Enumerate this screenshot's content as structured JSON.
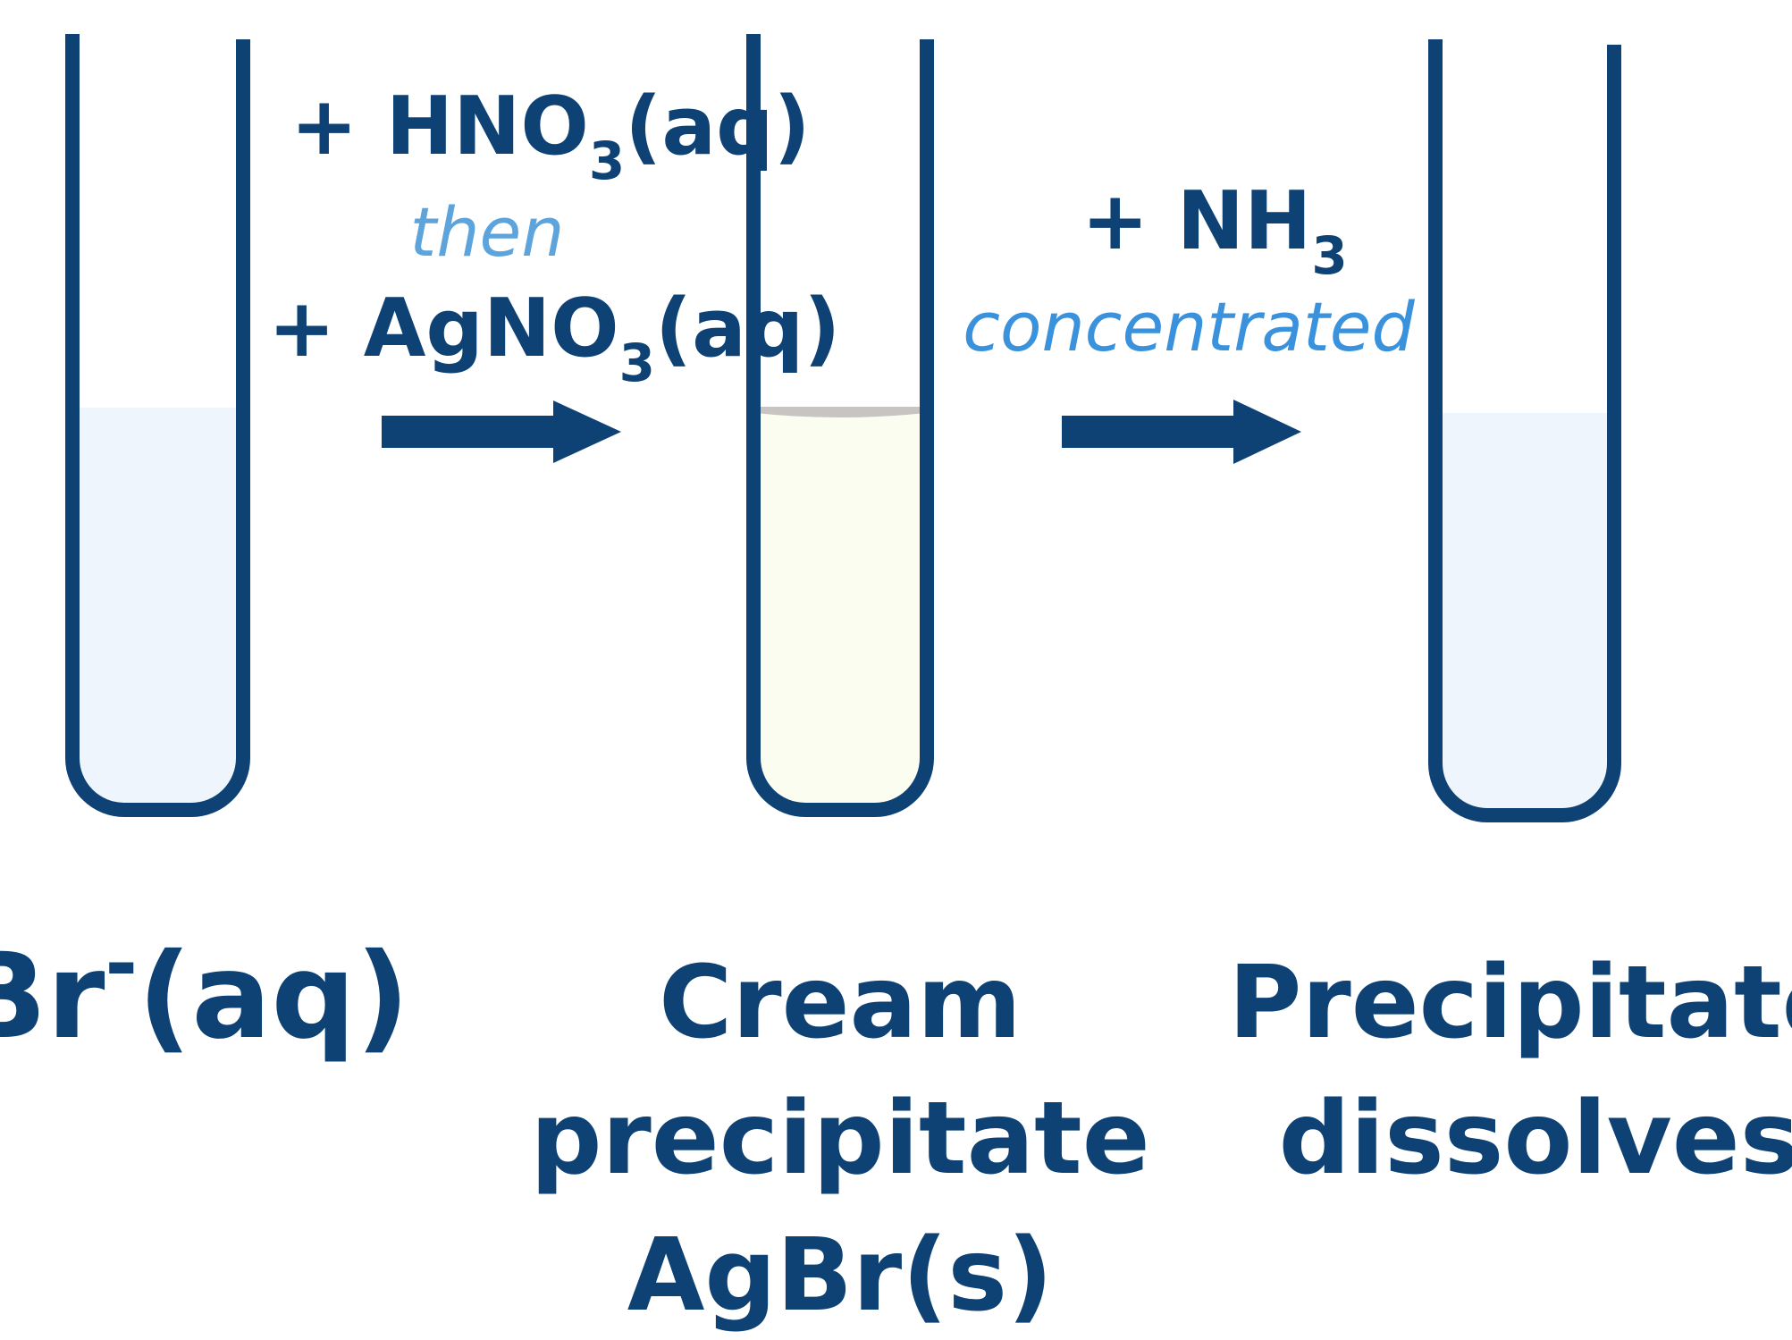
{
  "colors": {
    "tube_outline": "#0e4174",
    "clear_solution": "#eef5fc",
    "cream_precipitate": "#fbfdf0",
    "precipitate_surface": "#c7c4c2",
    "then_text": "#5ea4dc",
    "concentrated_text": "#3a92dc",
    "label_text": "#0e4174"
  },
  "step1": {
    "reagent1_main": "+ HNO",
    "reagent1_sub": "3",
    "reagent1_tail": "(aq)",
    "connector": "then",
    "reagent2_main": "+ AgNO",
    "reagent2_sub": "3",
    "reagent2_tail": "(aq)"
  },
  "step2": {
    "reagent_main": "+ NH",
    "reagent_sub": "3",
    "qualifier": "concentrated"
  },
  "tube1": {
    "ion": "Br",
    "charge": "-",
    "state": "(aq)"
  },
  "tube2": {
    "label_lines": [
      "Cream",
      "precipitate",
      "AgBr(s)"
    ]
  },
  "tube3": {
    "label_lines": [
      "Precipitate",
      "dissolves"
    ]
  }
}
